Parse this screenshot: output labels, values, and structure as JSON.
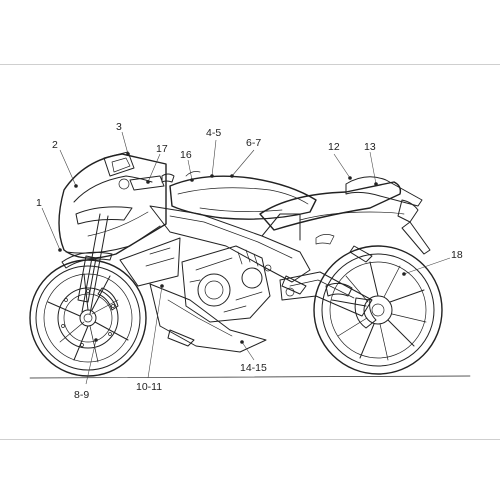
{
  "labels": {
    "l1": "1",
    "l2": "2",
    "l3": "3",
    "l4_5": "4-5",
    "l6_7": "6-7",
    "l8_9": "8-9",
    "l10_11": "10-11",
    "l12": "12",
    "l13": "13",
    "l14_15": "14-15",
    "l16": "16",
    "l17": "17",
    "l18": "18"
  }
}
